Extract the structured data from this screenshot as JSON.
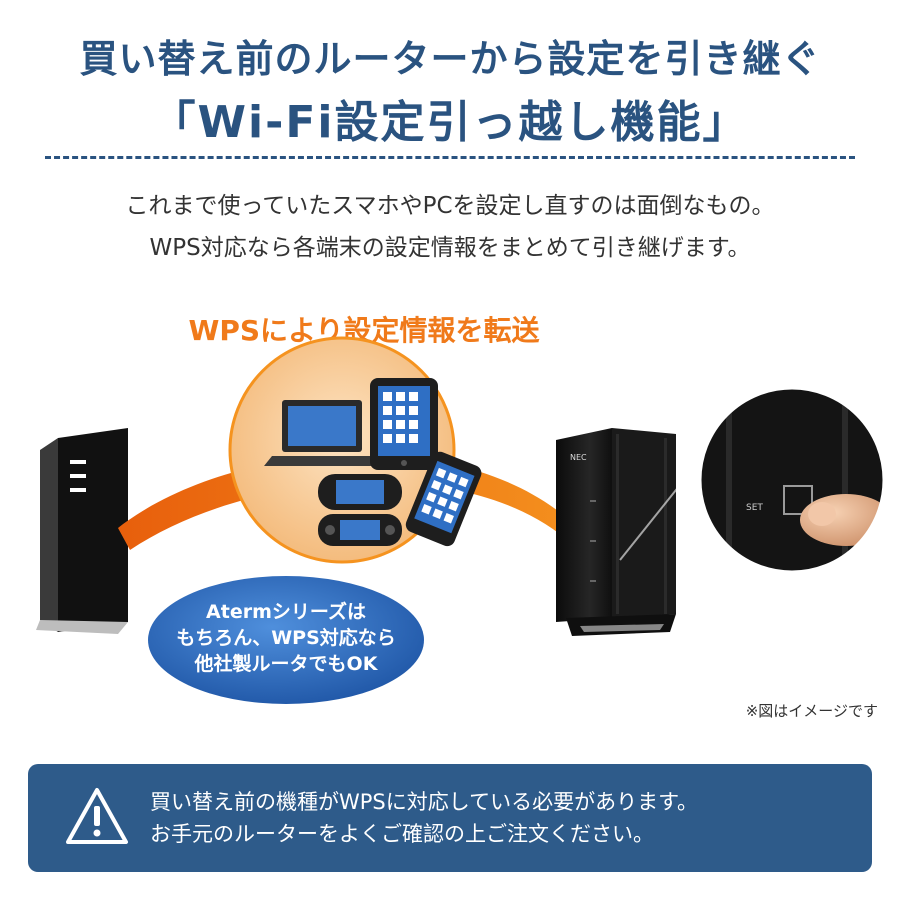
{
  "header": {
    "title_line1": "買い替え前のルーターから設定を引き継ぐ",
    "title_line2": "「Wi-Fi設定引っ越し機能」"
  },
  "intro": {
    "line1": "これまで使っていたスマホやPCを設定し直すのは面倒なもの。",
    "line2": "WPS対応なら各端末の設定情報をまとめて引き継げます。"
  },
  "diagram": {
    "transfer_label": "WPSにより設定情報を転送",
    "bubble_line1": "Atermシリーズは",
    "bubble_line2": "もちろん、WPS対応なら",
    "bubble_line3": "他社製ルータでもOK",
    "router_brand": "NEC",
    "zoom_button_label": "SET"
  },
  "note": "※図はイメージです",
  "warning": {
    "line1": "買い替え前の機種がWPSに対応している必要があります。",
    "line2": "お手元のルーターをよくご確認の上ご注文ください。"
  },
  "colors": {
    "heading": "#2a5380",
    "transfer_label": "#f07a1a",
    "arrow": "#f07a1a",
    "device_circle": "#f5c38a",
    "bubble": "#2f69b8",
    "warning_panel": "#2e5b8a"
  }
}
